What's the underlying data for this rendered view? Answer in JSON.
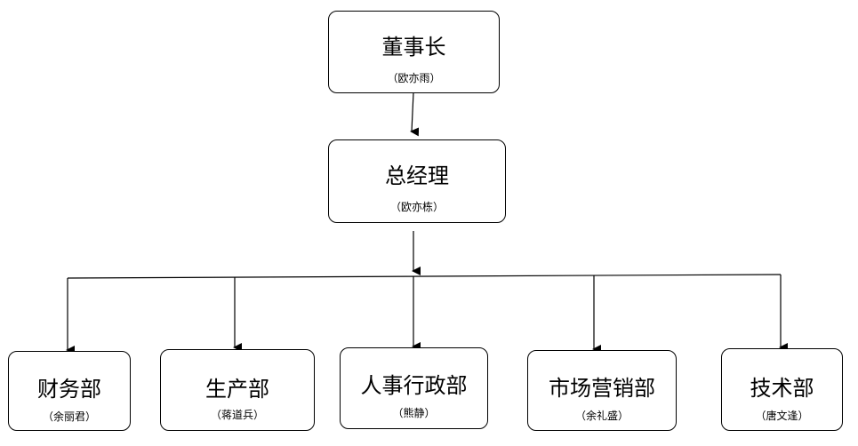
{
  "chairman": {
    "title": "董事长",
    "person": "（欧亦雨）"
  },
  "gm": {
    "title": "总经理",
    "person": "（欧亦栋）"
  },
  "departments": [
    {
      "title": "财务部",
      "person": "（余丽君）"
    },
    {
      "title": "生产部",
      "person": "（蒋道兵）"
    },
    {
      "title": "人事行政部",
      "person": "（熊静）"
    },
    {
      "title": "市场营销部",
      "person": "（余礼盛）"
    },
    {
      "title": "技术部",
      "person": "（唐文逢）"
    }
  ]
}
